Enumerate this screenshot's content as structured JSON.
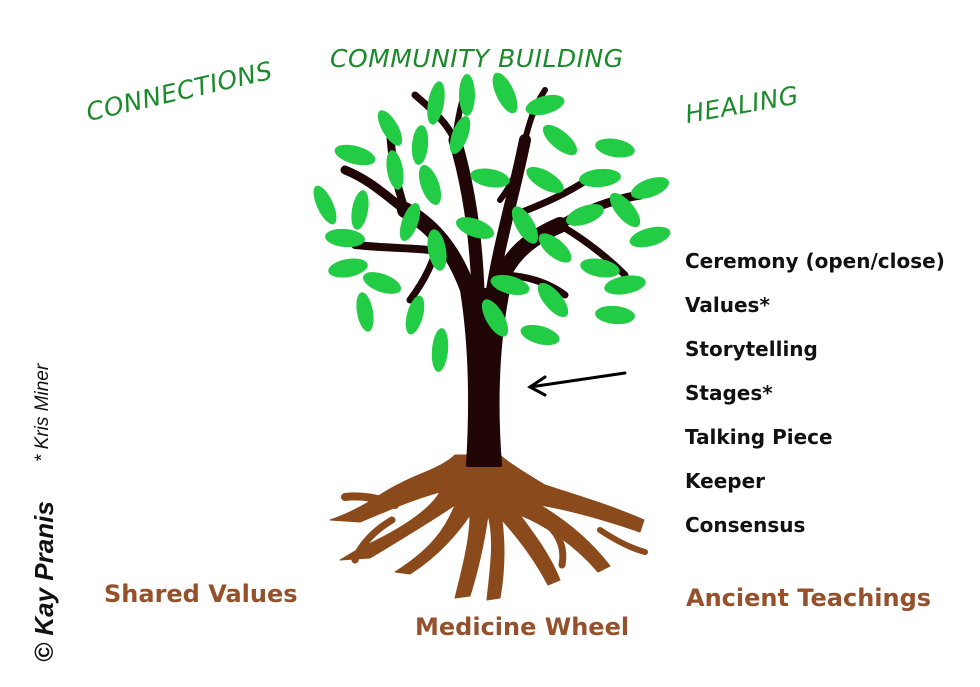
{
  "top_labels": {
    "community": "COMMUNITY BUILDING",
    "connections": "CONNECTIONS",
    "healing": "HEALING"
  },
  "trunk_elements": [
    "Ceremony (open/close)",
    "Values*",
    "Storytelling",
    "Stages*",
    "Talking Piece",
    "Keeper",
    "Consensus"
  ],
  "root_labels": {
    "shared_values": "Shared Values",
    "medicine_wheel": "Medicine Wheel",
    "ancient_teachings": "Ancient Teachings"
  },
  "credits": {
    "kris": "* Kris Miner",
    "kay": "© Kay Pranis"
  },
  "colors": {
    "leaf": "#22cc44",
    "trunk": "#200606",
    "roots": "#8a4a1c",
    "green_text": "#1a8a2a",
    "brown_text": "#94512b"
  },
  "icons": {
    "arrow": "left-arrow-icon"
  }
}
